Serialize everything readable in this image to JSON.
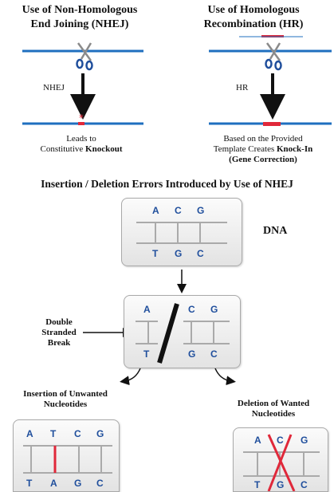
{
  "nhej_panel": {
    "title_line1": "Use of Non-Homologous",
    "title_line2": "End Joining (NHEJ)",
    "arrow_label": "NHEJ",
    "result_line1": "Leads to",
    "result_line2_prefix": "Constitutive ",
    "result_line2_bold": "Knockout"
  },
  "hr_panel": {
    "title_line1": "Use of Homologous",
    "title_line2": "Recombination (HR)",
    "arrow_label": "HR",
    "result_line1": "Based on the Provided",
    "result_line2_prefix": "Template Creates ",
    "result_line2_bold": "Knock-In",
    "result_line3": "(Gene Correction)"
  },
  "section_title": "Insertion / Deletion Errors Introduced by Use of NHEJ",
  "dna_label": "DNA",
  "break_label": [
    "Double",
    "Stranded",
    "Break"
  ],
  "insertion_label": [
    "Insertion of Unwanted",
    "Nucleotides"
  ],
  "deletion_label": [
    "Deletion of Wanted",
    "Nucleotides"
  ],
  "dna_box": {
    "top": [
      "A",
      "C",
      "G"
    ],
    "bottom": [
      "T",
      "G",
      "C"
    ]
  },
  "break_box": {
    "top": [
      "A",
      "C",
      "G"
    ],
    "bottom": [
      "T",
      "G",
      "C"
    ]
  },
  "insertion_box": {
    "top": [
      "A",
      "T",
      "C",
      "G"
    ],
    "bottom": [
      "T",
      "A",
      "G",
      "C"
    ]
  },
  "deletion_box": {
    "top": [
      "A",
      "C",
      "G"
    ],
    "bottom": [
      "T",
      "G",
      "C"
    ]
  },
  "colors": {
    "strand_blue": "#1f6fbf",
    "highlight_red": "#e0283a",
    "nucleotide_blue": "#1f4e9c"
  }
}
